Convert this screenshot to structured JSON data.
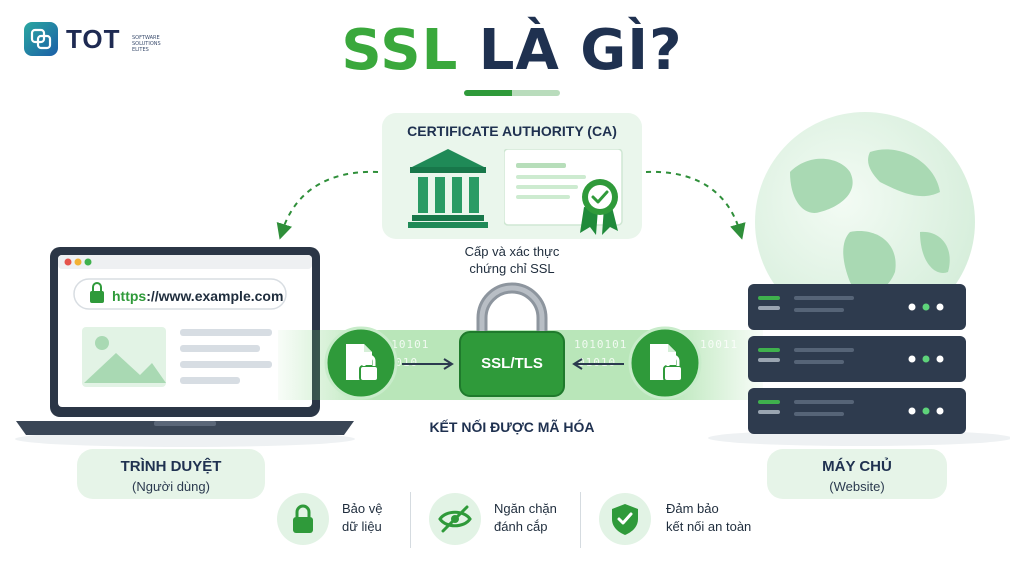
{
  "logo": {
    "name": "TOT",
    "tagline": [
      "SOFTWARE",
      "SOLUTIONS",
      "ELITES"
    ]
  },
  "title": {
    "part1": "SSL",
    "part2": "LÀ GÌ?"
  },
  "ca": {
    "title": "CERTIFICATE AUTHORITY (CA)",
    "caption_line1": "Cấp và xác thực",
    "caption_line2": "chứng chỉ SSL"
  },
  "browser": {
    "url_scheme": "https",
    "url_rest": "://www.example.com",
    "label": "TRÌNH DUYỆT",
    "sublabel": "(Người dùng)"
  },
  "tunnel": {
    "lock_label": "SSL/TLS",
    "binary_left": "1010101",
    "binary_left2": "01010",
    "binary_right": "1010101",
    "binary_right2": "01010",
    "binary_server": "10011",
    "caption": "KẾT NỐI ĐƯỢC MÃ HÓA"
  },
  "server": {
    "label": "MÁY CHỦ",
    "sublabel": "(Website)"
  },
  "features": [
    {
      "icon": "lock-icon",
      "line1": "Bảo vệ",
      "line2": "dữ liệu"
    },
    {
      "icon": "eye-off-icon",
      "line1": "Ngăn chặn",
      "line2": "đánh cắp"
    },
    {
      "icon": "shield-check-icon",
      "line1": "Đảm bảo",
      "line2": "kết nối an toàn"
    }
  ],
  "colors": {
    "brand_green": "#3aa83c",
    "dark_navy": "#1f3150",
    "light_green_bg": "#e6f4e8"
  }
}
